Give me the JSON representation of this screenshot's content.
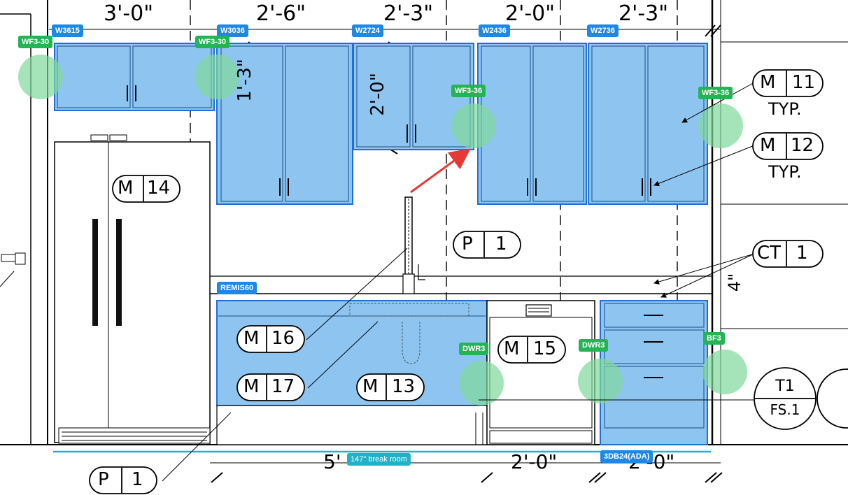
{
  "colors": {
    "cabinet_fill": "#8ec5f0",
    "cabinet_stroke": "#1e6fd6",
    "blue_tag": "#1e88e5",
    "green_tag": "#22b455",
    "marker_circle": "#7fd89a",
    "baseline": "#1fb2c8",
    "arrow": "#e53935"
  },
  "dimensions_top": [
    "3'-0\"",
    "2'-6\"",
    "2'-3\"",
    "2'-0\"",
    "2'-3\""
  ],
  "dimensions_bottom": [
    "5'",
    "2'-0\"",
    "2'-0\""
  ],
  "dimension_vertical": [
    "1'-3\"",
    "2'-0\"",
    "4\""
  ],
  "cabinet_tags": [
    {
      "id": "W3615"
    },
    {
      "id": "W3036"
    },
    {
      "id": "W2724"
    },
    {
      "id": "W2436"
    },
    {
      "id": "W2736"
    },
    {
      "id": "REMIS60"
    },
    {
      "id": "3DB24(ADA)"
    }
  ],
  "filler_tags": [
    {
      "id": "WF3-30"
    },
    {
      "id": "WF3-30"
    },
    {
      "id": "WF3-36"
    },
    {
      "id": "WF3-36"
    },
    {
      "id": "DWR3"
    },
    {
      "id": "DWR3"
    },
    {
      "id": "BF3"
    }
  ],
  "baseline_label": "147\" break room",
  "callouts": [
    {
      "left": "M",
      "right": "14"
    },
    {
      "left": "M",
      "right": "11",
      "note": "TYP."
    },
    {
      "left": "M",
      "right": "12",
      "note": "TYP."
    },
    {
      "left": "P",
      "right": "1"
    },
    {
      "left": "CT",
      "right": "1"
    },
    {
      "left": "M",
      "right": "16"
    },
    {
      "left": "M",
      "right": "17"
    },
    {
      "left": "M",
      "right": "13"
    },
    {
      "left": "M",
      "right": "15"
    },
    {
      "left": "P",
      "right": "1"
    }
  ],
  "section_marker": {
    "top": "T1",
    "bottom": "FS.1"
  }
}
